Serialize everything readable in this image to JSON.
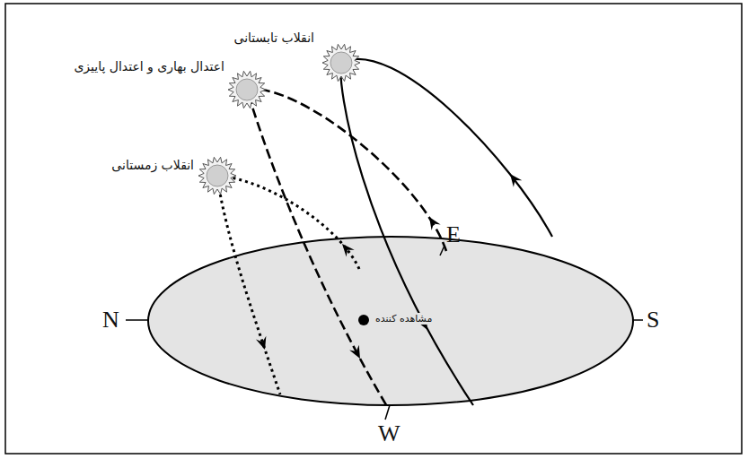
{
  "diagram": {
    "labels": [
      "انقلاب تابستانی",
      "اعتدال بهاری و اعتدال پاییزی",
      "انقلاب زمستانی",
      "E",
      "N",
      "S",
      "W",
      "مشاهده کننده"
    ]
  }
}
